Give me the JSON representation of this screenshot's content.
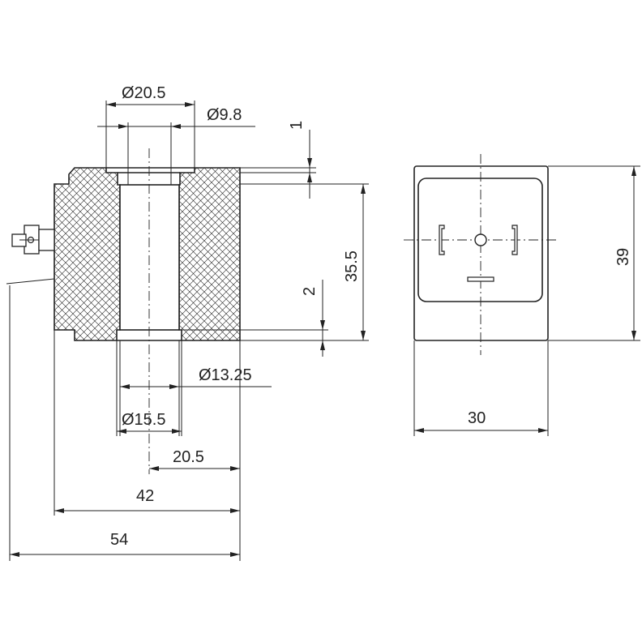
{
  "dimensions": {
    "outer_diameter": "Ø20.5",
    "inner_diameter": "Ø9.8",
    "top_offset": "1",
    "height": "35.5",
    "bottom_offset": "2",
    "diameter_13_25": "Ø13.25",
    "diameter_15_5": "Ø15.5",
    "half_width": "20.5",
    "body_width": "42",
    "overall_width": "54",
    "front_height": "39",
    "front_width": "30"
  },
  "colors": {
    "line": "#222222",
    "background": "#ffffff"
  }
}
